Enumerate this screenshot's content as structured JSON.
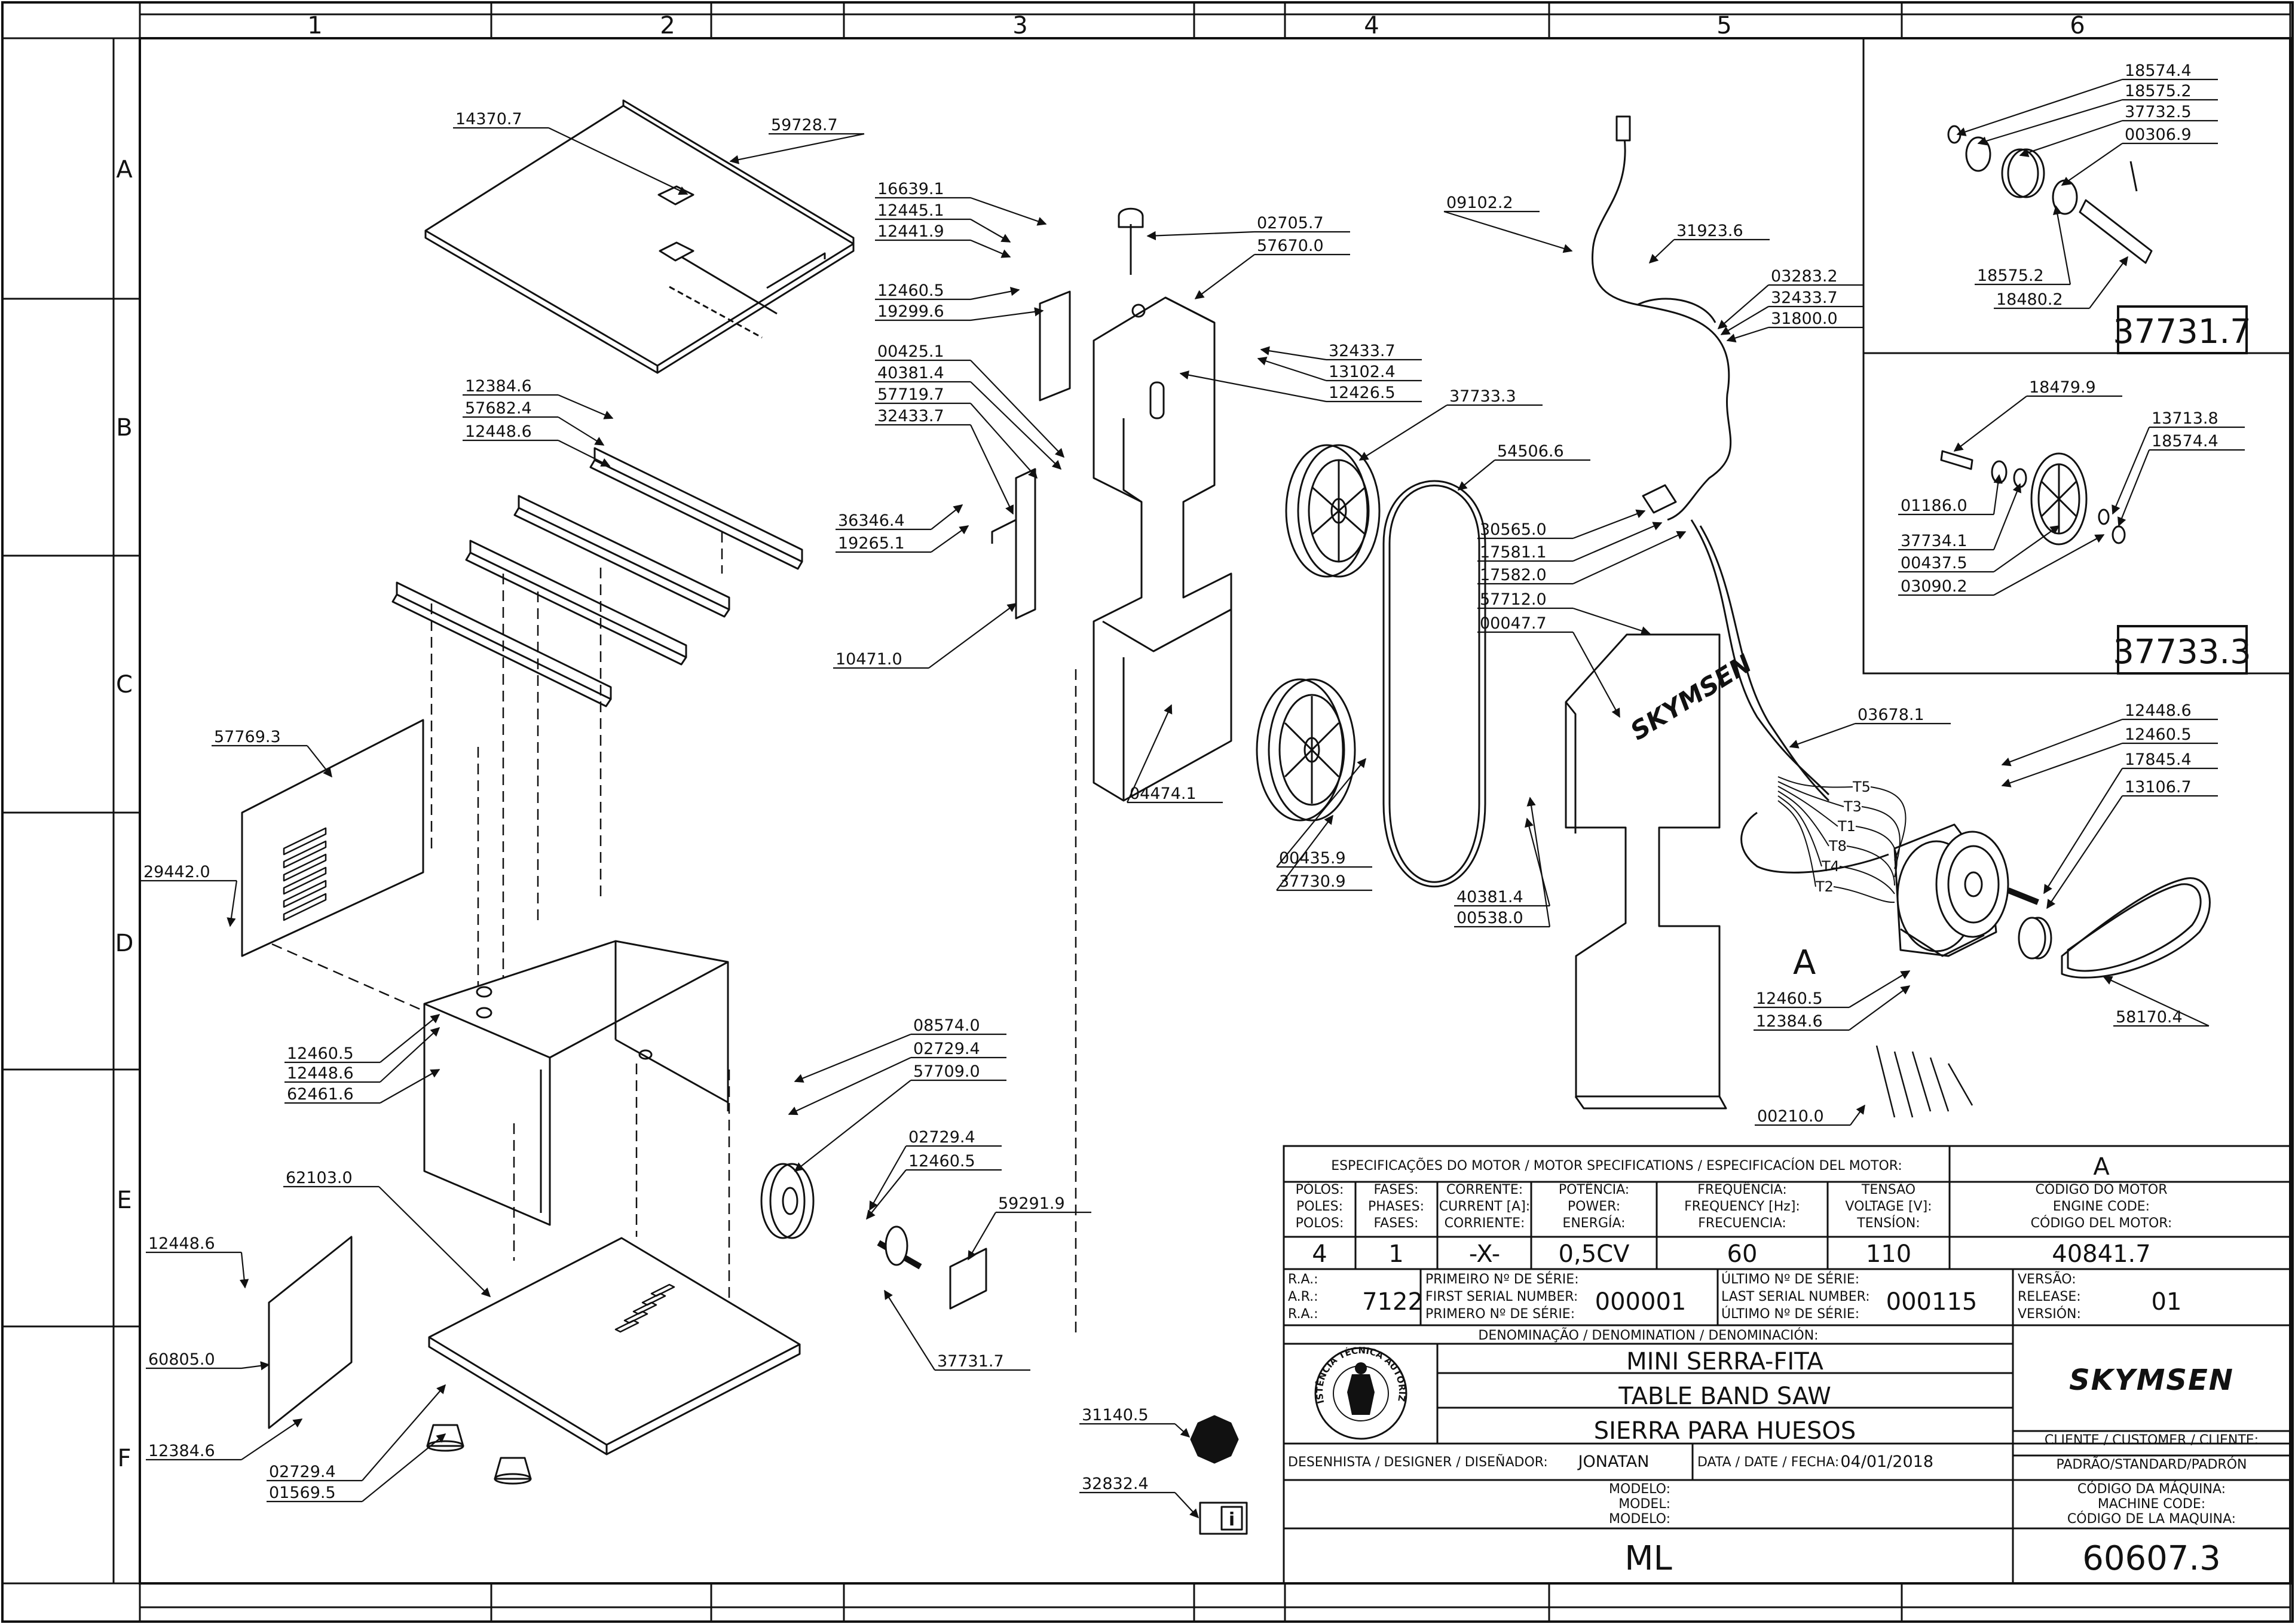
{
  "columns": [
    "1",
    "2",
    "3",
    "4",
    "5",
    "6"
  ],
  "rows": [
    "A",
    "B",
    "C",
    "D",
    "E",
    "F"
  ],
  "parts": [
    {
      "id": "p-14370-7",
      "text": "14370.7"
    },
    {
      "id": "p-59728-7",
      "text": "59728.7"
    },
    {
      "id": "p-12384-6a",
      "text": "12384.6"
    },
    {
      "id": "p-57682-4",
      "text": "57682.4"
    },
    {
      "id": "p-12448-6a",
      "text": "12448.6"
    },
    {
      "id": "p-57769-3",
      "text": "57769.3"
    },
    {
      "id": "p-29442-0",
      "text": "29442.0"
    },
    {
      "id": "p-12460-5a",
      "text": "12460.5"
    },
    {
      "id": "p-12448-6b",
      "text": "12448.6"
    },
    {
      "id": "p-62461-6",
      "text": "62461.6"
    },
    {
      "id": "p-62103-0",
      "text": "62103.0"
    },
    {
      "id": "p-12448-6c",
      "text": "12448.6"
    },
    {
      "id": "p-60805-0",
      "text": "60805.0"
    },
    {
      "id": "p-12384-6b",
      "text": "12384.6"
    },
    {
      "id": "p-02729-4a",
      "text": "02729.4"
    },
    {
      "id": "p-01569-5",
      "text": "01569.5"
    },
    {
      "id": "p-16639-1",
      "text": "16639.1"
    },
    {
      "id": "p-12445-1",
      "text": "12445.1"
    },
    {
      "id": "p-12441-9",
      "text": "12441.9"
    },
    {
      "id": "p-12460-5b",
      "text": "12460.5"
    },
    {
      "id": "p-19299-6",
      "text": "19299.6"
    },
    {
      "id": "p-00425-1",
      "text": "00425.1"
    },
    {
      "id": "p-40381-4a",
      "text": "40381.4"
    },
    {
      "id": "p-57719-7",
      "text": "57719.7"
    },
    {
      "id": "p-32433-7a",
      "text": "32433.7"
    },
    {
      "id": "p-36346-4",
      "text": "36346.4"
    },
    {
      "id": "p-19265-1",
      "text": "19265.1"
    },
    {
      "id": "p-10471-0",
      "text": "10471.0"
    },
    {
      "id": "p-08574-0",
      "text": "08574.0"
    },
    {
      "id": "p-02729-4b",
      "text": "02729.4"
    },
    {
      "id": "p-57709-0",
      "text": "57709.0"
    },
    {
      "id": "p-02729-4c",
      "text": "02729.4"
    },
    {
      "id": "p-12460-5c",
      "text": "12460.5"
    },
    {
      "id": "p-59291-9",
      "text": "59291.9"
    },
    {
      "id": "p-37731-7b",
      "text": "37731.7"
    },
    {
      "id": "p-31140-5",
      "text": "31140.5"
    },
    {
      "id": "p-32832-4",
      "text": "32832.4"
    },
    {
      "id": "p-02705-7",
      "text": "02705.7"
    },
    {
      "id": "p-57670-0",
      "text": "57670.0"
    },
    {
      "id": "p-32433-7b",
      "text": "32433.7"
    },
    {
      "id": "p-13102-4",
      "text": "13102.4"
    },
    {
      "id": "p-12426-5",
      "text": "12426.5"
    },
    {
      "id": "p-37733-3a",
      "text": "37733.3"
    },
    {
      "id": "p-04474-1",
      "text": "04474.1"
    },
    {
      "id": "p-00435-9",
      "text": "00435.9"
    },
    {
      "id": "p-37730-9",
      "text": "37730.9"
    },
    {
      "id": "p-09102-2",
      "text": "09102.2"
    },
    {
      "id": "p-31923-6",
      "text": "31923.6"
    },
    {
      "id": "p-03283-2",
      "text": "03283.2"
    },
    {
      "id": "p-32433-7c",
      "text": "32433.7"
    },
    {
      "id": "p-31800-0",
      "text": "31800.0"
    },
    {
      "id": "p-54506-6",
      "text": "54506.6"
    },
    {
      "id": "p-30565-0",
      "text": "30565.0"
    },
    {
      "id": "p-17581-1",
      "text": "17581.1"
    },
    {
      "id": "p-17582-0",
      "text": "17582.0"
    },
    {
      "id": "p-57712-0",
      "text": "57712.0"
    },
    {
      "id": "p-00047-7",
      "text": "00047.7"
    },
    {
      "id": "p-40381-4b",
      "text": "40381.4"
    },
    {
      "id": "p-00538-0",
      "text": "00538.0"
    },
    {
      "id": "p-03678-1",
      "text": "03678.1"
    },
    {
      "id": "p-12448-6d",
      "text": "12448.6"
    },
    {
      "id": "p-12460-5d",
      "text": "12460.5"
    },
    {
      "id": "p-17845-4",
      "text": "17845.4"
    },
    {
      "id": "p-13106-7",
      "text": "13106.7"
    },
    {
      "id": "p-12460-5e",
      "text": "12460.5"
    },
    {
      "id": "p-12384-6c",
      "text": "12384.6"
    },
    {
      "id": "p-58170-4",
      "text": "58170.4"
    },
    {
      "id": "p-00210-0",
      "text": "00210.0"
    },
    {
      "id": "p-18574-4a",
      "text": "18574.4"
    },
    {
      "id": "p-18575-2a",
      "text": "18575.2"
    },
    {
      "id": "p-37732-5",
      "text": "37732.5"
    },
    {
      "id": "p-00306-9",
      "text": "00306.9"
    },
    {
      "id": "p-18575-2b",
      "text": "18575.2"
    },
    {
      "id": "p-18480-2",
      "text": "18480.2"
    },
    {
      "id": "p-18479-9",
      "text": "18479.9"
    },
    {
      "id": "p-13713-8",
      "text": "13713.8"
    },
    {
      "id": "p-18574-4b",
      "text": "18574.4"
    },
    {
      "id": "p-01186-0",
      "text": "01186.0"
    },
    {
      "id": "p-37734-1",
      "text": "37734.1"
    },
    {
      "id": "p-00437-5",
      "text": "00437.5"
    },
    {
      "id": "p-03090-2",
      "text": "03090.2"
    }
  ],
  "wire_labels": [
    "T5",
    "T3",
    "T1",
    "T8",
    "T4",
    "T2"
  ],
  "callout_motor": "A",
  "brand_text": "SKYMSEN",
  "detail_boxes": {
    "wheel_shaft": "37731.7",
    "wheel_assembly": "37733.3"
  },
  "motor_specs": {
    "header": "ESPECIFICAÇÕES DO MOTOR / MOTOR SPECIFICATIONS / ESPECIFICACÍON DEL MOTOR:",
    "code_header_letter": "A",
    "columns": [
      {
        "label1": "PÓLOS:",
        "label2": "POLES:",
        "label3": "POLOS:",
        "value": "4"
      },
      {
        "label1": "FASES:",
        "label2": "PHASES:",
        "label3": "FASES:",
        "value": "1"
      },
      {
        "label1": "CORRENTE:",
        "label2": "CURRENT [A]:",
        "label3": "CORRIENTE:",
        "value": "-X-"
      },
      {
        "label1": "POTÊNCIA:",
        "label2": "POWER:",
        "label3": "ENERGÍA:",
        "value": "0,5CV"
      },
      {
        "label1": "FREQUÊNCIA:",
        "label2": "FREQUENCY [Hz]:",
        "label3": "FRECUENCIA:",
        "value": "60"
      },
      {
        "label1": "TENSÃO",
        "label2": "VOLTAGE [V]:",
        "label3": "TENSÍON:",
        "value": "110"
      }
    ],
    "engine_code": {
      "label1": "CÓDIGO DO MOTOR",
      "label2": "ENGINE CODE:",
      "label3": "CÓDIGO DEL MOTOR:",
      "value": "40841.7"
    }
  },
  "title_block": {
    "ra_labels": [
      "R.A.:",
      "A.R.:",
      "R.A.:"
    ],
    "ra_value": "7122",
    "first_serial_labels": [
      "PRIMEIRO Nº DE SÉRIE:",
      "FIRST SERIAL NUMBER:",
      "PRIMERO Nº DE SÉRIE:"
    ],
    "first_serial_value": "000001",
    "last_serial_labels": [
      "ÚLTIMO Nº DE SÉRIE:",
      "LAST SERIAL NUMBER:",
      "ÚLTIMO Nº DE SÉRIE:"
    ],
    "last_serial_value": "000115",
    "version_labels": [
      "VERSÃO:",
      "RELEASE:",
      "VERSIÓN:"
    ],
    "version_value": "01",
    "denomination_label": "DENOMINAÇÃO / DENOMINATION / DENOMINACIÓN:",
    "names": [
      "MINI SERRA-FITA",
      "TABLE BAND SAW",
      "SIERRA PARA HUESOS"
    ],
    "seal_text": "ASSISTÊNCIA TÉCNICA AUTORIZADA",
    "logo_text": "SKYMSEN",
    "client_label": "CLIENTE / CUSTOMER / CLIENTE:",
    "client_value": "PADRÃO/STANDARD/PADRÓN",
    "designer_label": "DESENHISTA / DESIGNER / DISEÑADOR:",
    "designer_value": "JONATAN",
    "date_label": "DATA / DATE / FECHA:",
    "date_value": "04/01/2018",
    "model_labels": [
      "MODELO:",
      "MODEL:",
      "MODELO:"
    ],
    "model_value": "ML",
    "machine_code_labels": [
      "CÓDIGO DA MÁQUINA:",
      "MACHINE CODE:",
      "CÓDIGO DE LA MAQUINA:"
    ],
    "machine_code_value": "60607.3"
  }
}
